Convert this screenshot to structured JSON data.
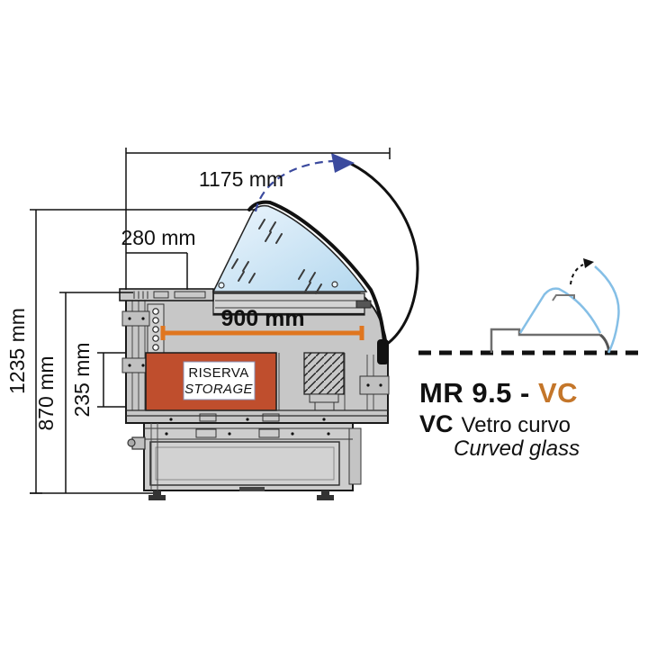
{
  "drawing": {
    "dimensions": {
      "glass_opening_width": "1175 mm",
      "back_counter_depth": "280 mm",
      "display_inner_width": "900 mm",
      "storage_height": "235 mm",
      "worktop_height": "870 mm",
      "total_height": "1235 mm"
    },
    "storage_label": {
      "line1": "RISERVA",
      "line2": "STORAGE"
    }
  },
  "legend": {
    "model_prefix": "MR 9.5 - ",
    "model_variant": "VC",
    "variant_code": "VC",
    "variant_name_it": "Vetro curvo",
    "variant_name_en": "Curved glass"
  },
  "icons": {
    "profile_icon": "curved-glass-counter-side-profile",
    "open_arrow_icon": "dashed-arc-open-direction-arrow",
    "ground_line": "dashed-ground-line"
  },
  "colors": {
    "storage_red": "#bf4e2d",
    "dimension_orange": "#e0761f",
    "accent_orange": "#c4762a",
    "storage_text_blue": "#3b46a8",
    "arc_navy": "#3b4a9e",
    "glass_blue_light": "#cfe6f7",
    "icon_glass_blue": "#85bfe6",
    "body_gray": "#c7c7c7"
  }
}
